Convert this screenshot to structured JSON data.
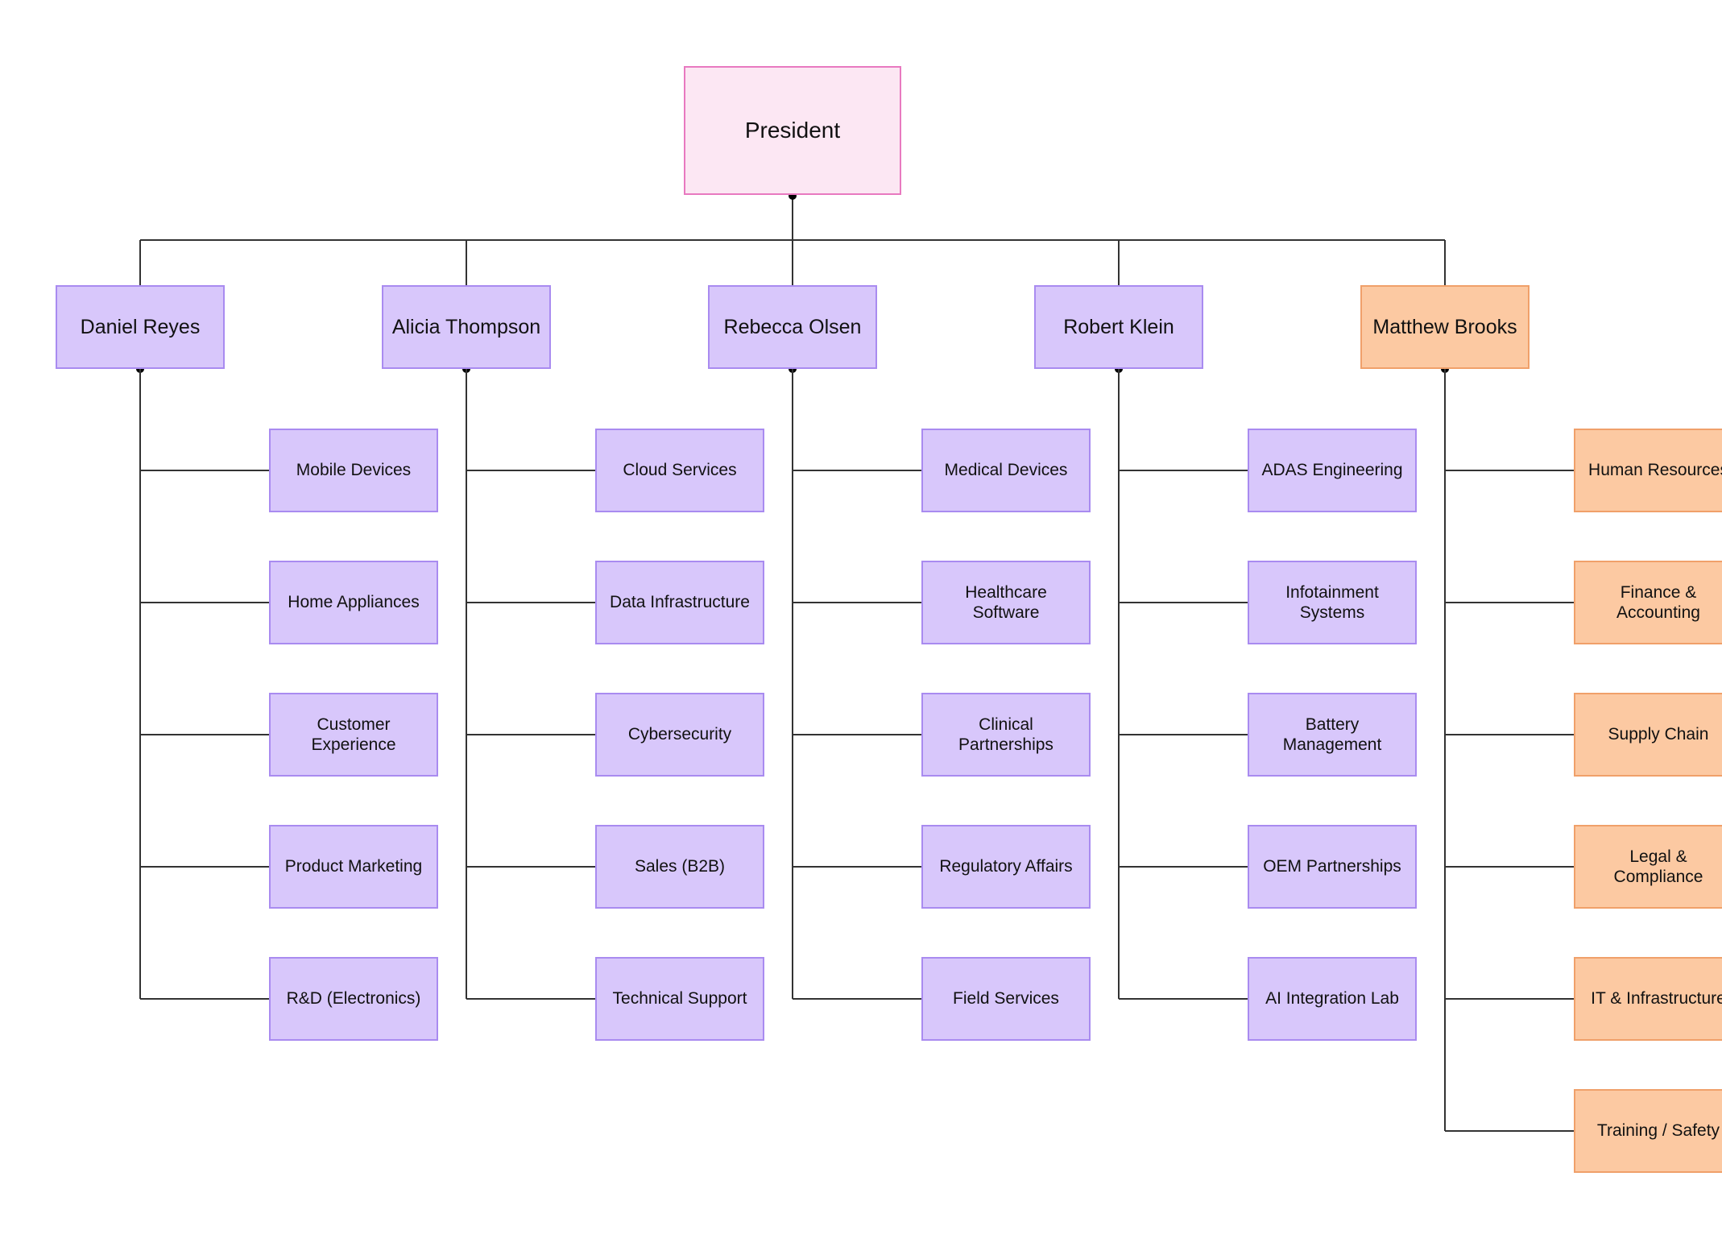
{
  "president": {
    "label": "President"
  },
  "managers": [
    {
      "name": "Daniel Reyes",
      "color": "#d8c7fb",
      "departments": [
        "Mobile Devices",
        "Home Appliances",
        "Customer Experience",
        "Product Marketing",
        "R&D (Electronics)"
      ]
    },
    {
      "name": "Alicia Thompson",
      "color": "#d8c7fb",
      "departments": [
        "Cloud Services",
        "Data Infrastructure",
        "Cybersecurity",
        "Sales (B2B)",
        "Technical Support"
      ]
    },
    {
      "name": "Rebecca Olsen",
      "color": "#d8c7fb",
      "departments": [
        "Medical Devices",
        "Healthcare Software",
        "Clinical Partnerships",
        "Regulatory Affairs",
        "Field Services"
      ]
    },
    {
      "name": "Robert Klein",
      "color": "#d8c7fb",
      "departments": [
        "ADAS Engineering",
        "Infotainment Systems",
        "Battery Management",
        "OEM Partnerships",
        "AI Integration Lab"
      ]
    },
    {
      "name": "Matthew Brooks",
      "color": "#fcc9a2",
      "departments": [
        "Human Resources",
        "Finance & Accounting",
        "Supply Chain",
        "Legal & Compliance",
        "IT & Infrastructure",
        "Training / Safety"
      ]
    }
  ],
  "colors": {
    "president_fill": "#fce7f3",
    "president_border": "#e879c0",
    "purple_fill": "#d8c7fb",
    "orange_fill": "#fcc9a2",
    "connector": "#333333"
  }
}
